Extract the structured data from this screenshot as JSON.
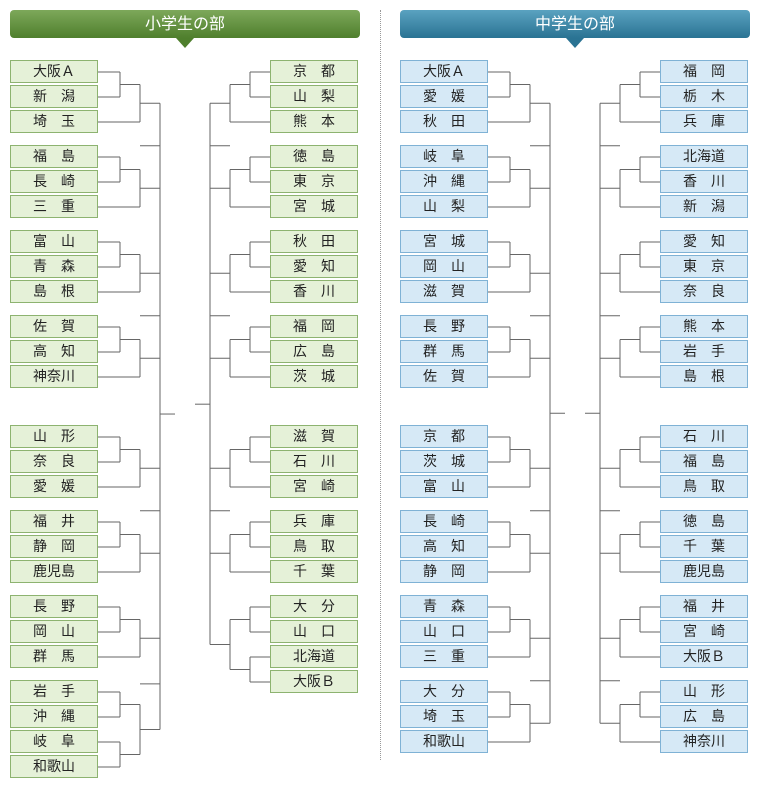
{
  "headers": {
    "elementary": "小学生の部",
    "junior": "中学生の部"
  },
  "colors": {
    "elementary_accent": "#5b8a3a",
    "junior_accent": "#2f7ea0",
    "line": "#666666"
  },
  "elementary": {
    "left": [
      [
        "大阪Ａ",
        "新　潟",
        "埼　玉"
      ],
      [
        "福　島",
        "長　崎",
        "三　重"
      ],
      [
        "富　山",
        "青　森",
        "島　根"
      ],
      [
        "佐　賀",
        "高　知",
        "神奈川"
      ],
      [
        "山　形",
        "奈　良",
        "愛　媛"
      ],
      [
        "福　井",
        "静　岡",
        "鹿児島"
      ],
      [
        "長　野",
        "岡　山",
        "群　馬"
      ],
      [
        "岩　手",
        "沖　縄",
        "岐　阜",
        "和歌山"
      ]
    ],
    "right": [
      [
        "京　都",
        "山　梨",
        "熊　本"
      ],
      [
        "徳　島",
        "東　京",
        "宮　城"
      ],
      [
        "秋　田",
        "愛　知",
        "香　川"
      ],
      [
        "福　岡",
        "広　島",
        "茨　城"
      ],
      [
        "滋　賀",
        "石　川",
        "宮　崎"
      ],
      [
        "兵　庫",
        "鳥　取",
        "千　葉"
      ],
      [
        "大　分",
        "山　口",
        "北海道",
        "大阪Ｂ"
      ]
    ]
  },
  "junior": {
    "left": [
      [
        "大阪Ａ",
        "愛　媛",
        "秋　田"
      ],
      [
        "岐　阜",
        "沖　縄",
        "山　梨"
      ],
      [
        "宮　城",
        "岡　山",
        "滋　賀"
      ],
      [
        "長　野",
        "群　馬",
        "佐　賀"
      ],
      [
        "京　都",
        "茨　城",
        "富　山"
      ],
      [
        "長　崎",
        "高　知",
        "静　岡"
      ],
      [
        "青　森",
        "山　口",
        "三　重"
      ],
      [
        "大　分",
        "埼　玉",
        "和歌山"
      ]
    ],
    "right": [
      [
        "福　岡",
        "栃　木",
        "兵　庫"
      ],
      [
        "北海道",
        "香　川",
        "新　潟"
      ],
      [
        "愛　知",
        "東　京",
        "奈　良"
      ],
      [
        "熊　本",
        "岩　手",
        "島　根"
      ],
      [
        "石　川",
        "福　島",
        "鳥　取"
      ],
      [
        "徳　島",
        "千　葉",
        "鹿児島"
      ],
      [
        "福　井",
        "宮　崎",
        "大阪Ｂ"
      ],
      [
        "山　形",
        "広　島",
        "神奈川"
      ]
    ]
  }
}
